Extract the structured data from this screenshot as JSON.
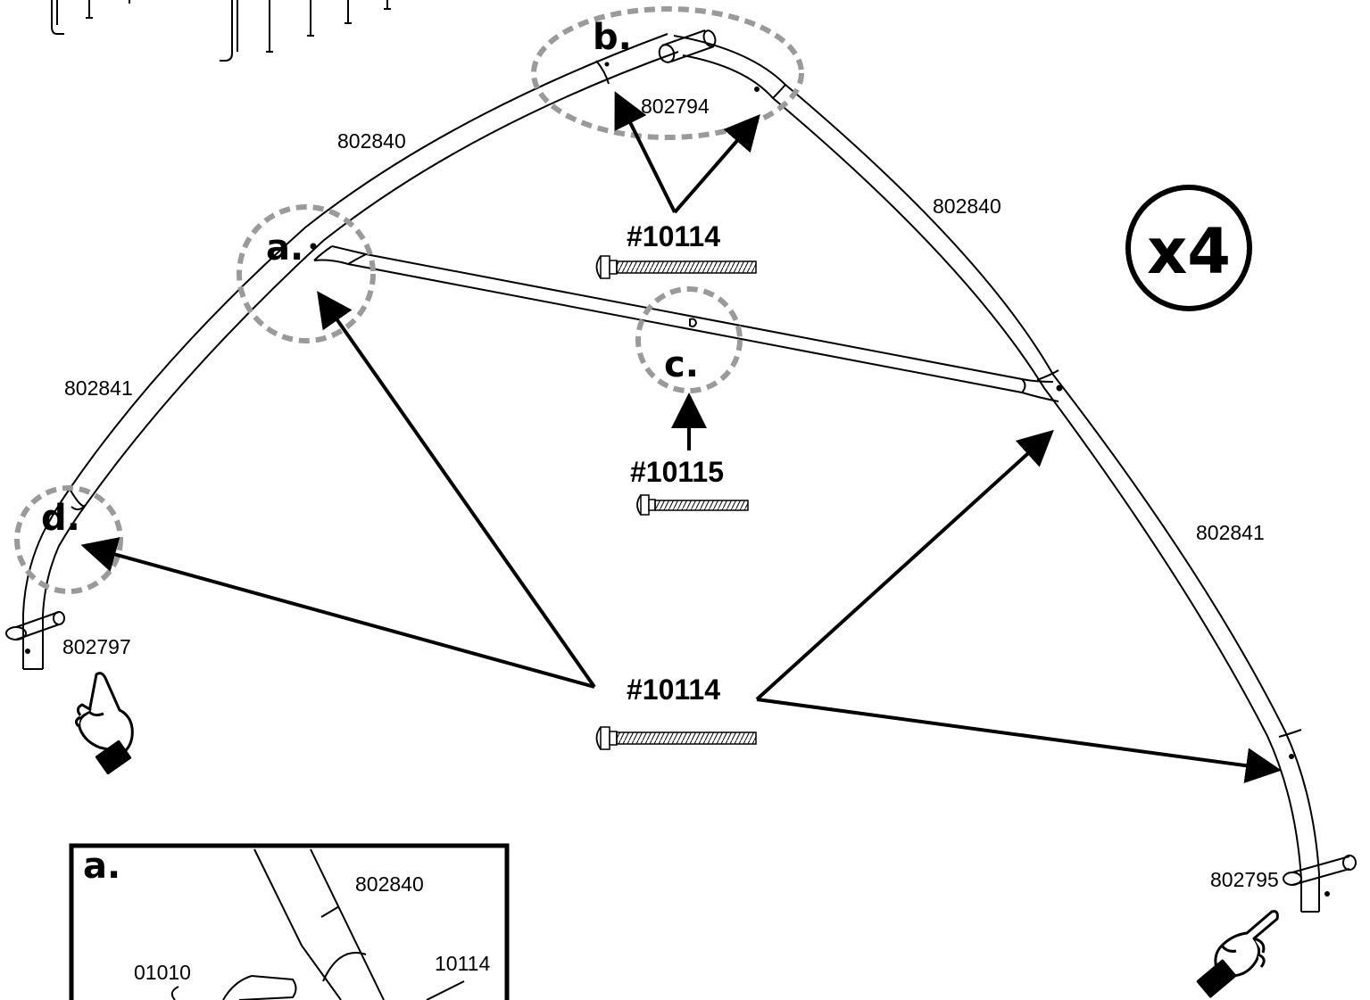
{
  "colors": {
    "line": "#000000",
    "callout_ring": "#9a9a9a",
    "background": "#ffffff"
  },
  "multiplier": "x4",
  "parts": {
    "upper_left_tube": "802840",
    "upper_right_tube": "802840",
    "top_connector": "802794",
    "lower_left_tube": "802841",
    "lower_right_tube": "802841",
    "left_foot": "802797",
    "right_foot": "802795"
  },
  "callouts": {
    "a": "a.",
    "b": "b.",
    "c": "c.",
    "d": "d."
  },
  "hardware": {
    "top_bolt": "#10114",
    "middle_bolt": "#10115",
    "bottom_bolt": "#10114"
  },
  "icons": {
    "hand": "pointing-hand-icon",
    "bolt": "carriage-bolt-icon"
  },
  "detail_a": {
    "title": "a.",
    "tube_label": "802840",
    "nut_label": "01010",
    "bolt_label": "10114"
  }
}
